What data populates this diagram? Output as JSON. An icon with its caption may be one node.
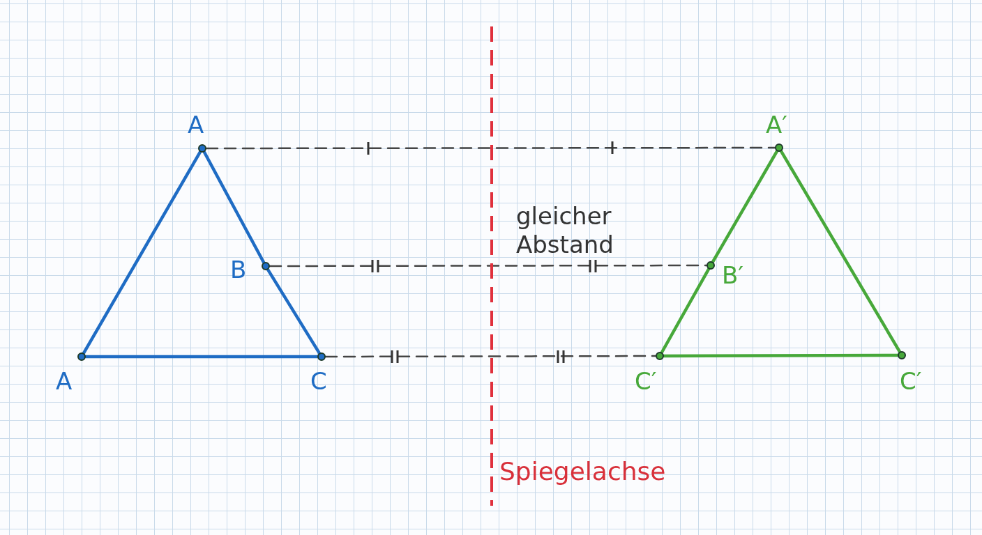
{
  "diagram": {
    "nodes": [
      {
        "text": [],
        "shape": "circle",
        "beside": [
          "A"
        ]
      },
      {
        "text": [],
        "shape": "circle",
        "beside": [
          "B"
        ]
      },
      {
        "text": [],
        "shape": "circle",
        "beside": [
          "A"
        ]
      },
      {
        "text": [],
        "shape": "circle",
        "beside": [
          "C"
        ]
      },
      {
        "text": [],
        "shape": "circle",
        "beside": [
          "A′"
        ]
      },
      {
        "text": [],
        "shape": "circle",
        "beside": [
          "B′"
        ]
      },
      {
        "text": [],
        "shape": "circle",
        "beside": [
          "C′"
        ]
      },
      {
        "text": [],
        "shape": "circle",
        "beside": [
          "C′"
        ]
      }
    ],
    "edges": [
      {
        "from": 0,
        "to": 1,
        "arrow": "none",
        "color": "#1f6cc4"
      },
      {
        "from": 1,
        "to": 3,
        "arrow": "none",
        "color": "#1f6cc4"
      },
      {
        "from": 2,
        "to": 0,
        "arrow": "none",
        "color": "#1f6cc4"
      },
      {
        "from": 2,
        "to": 3,
        "arrow": "none",
        "color": "#1f6cc4"
      },
      {
        "from": 4,
        "to": 5,
        "arrow": "none",
        "color": "#47a83a"
      },
      {
        "from": 5,
        "to": 6,
        "arrow": "none",
        "color": "#47a83a"
      },
      {
        "from": 4,
        "to": 7,
        "arrow": "none",
        "color": "#47a83a"
      },
      {
        "from": 6,
        "to": 7,
        "arrow": "none",
        "color": "#47a83a"
      },
      {
        "from": 0,
        "to": 4,
        "arrow": "none",
        "style": "dashed",
        "color": "#444444"
      },
      {
        "from": 1,
        "to": 5,
        "arrow": "none",
        "style": "dashed",
        "color": "#444444"
      },
      {
        "from": 3,
        "to": 6,
        "arrow": "none",
        "style": "dashed",
        "color": "#444444"
      }
    ],
    "labels": [
      "gleicher Abstand",
      "Spiegelachse"
    ]
  }
}
